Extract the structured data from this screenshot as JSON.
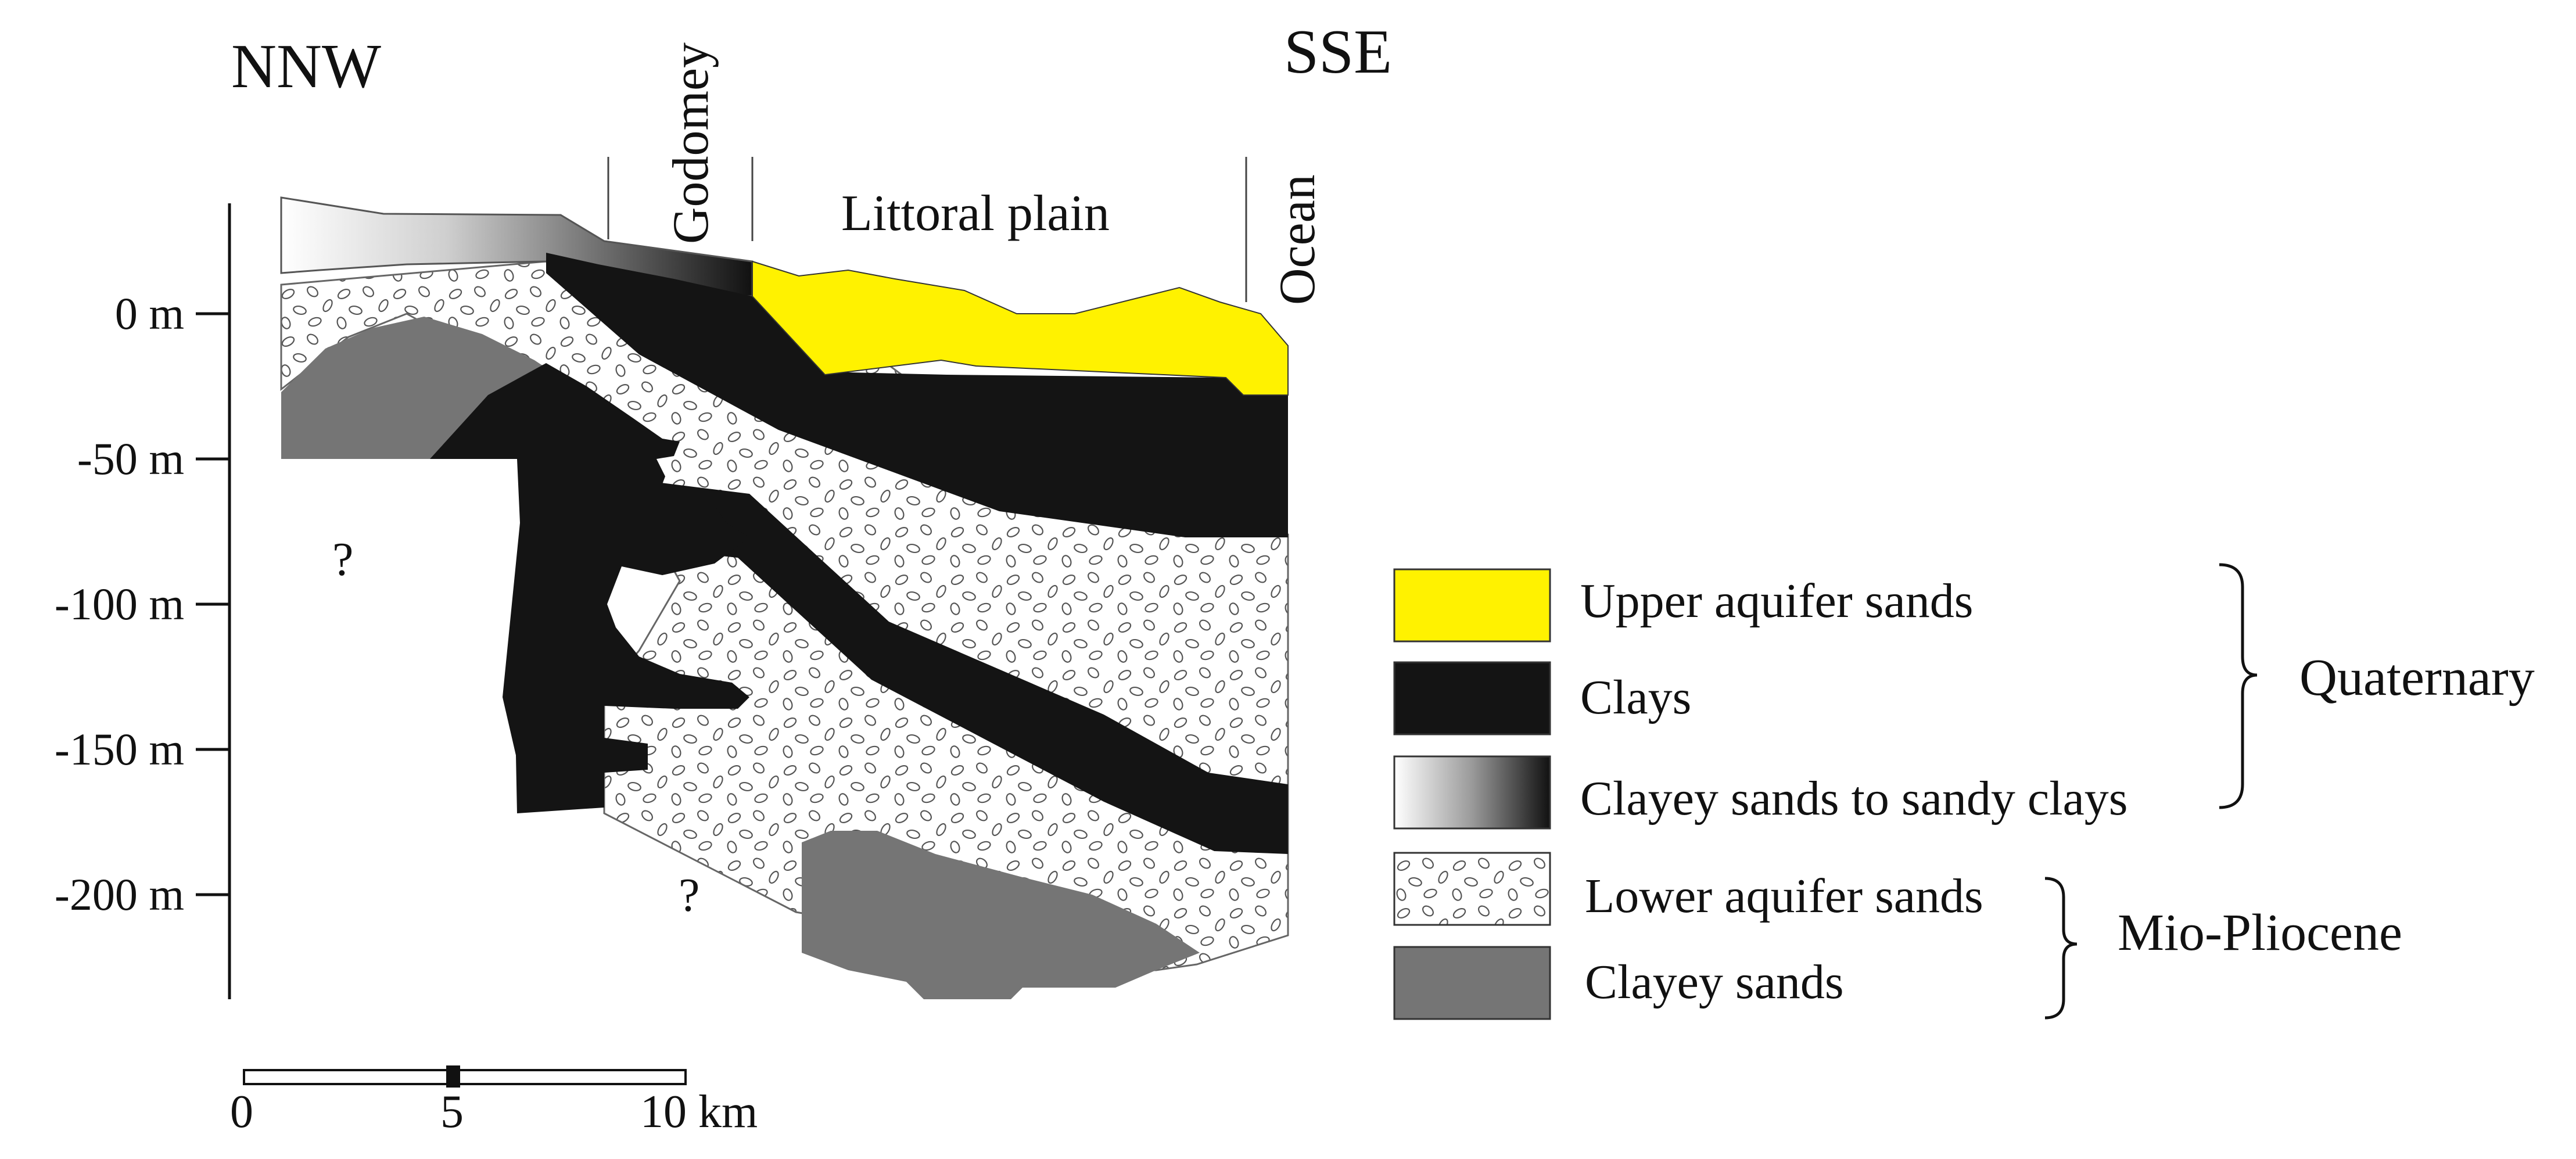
{
  "directions": {
    "left": "NNW",
    "right": "SSE"
  },
  "places": {
    "godomey": "Godomey",
    "littoral": "Littoral plain",
    "ocean": "Ocean"
  },
  "depth_axis": {
    "ticks": [
      {
        "label": "0 m",
        "depth_m": 0
      },
      {
        "label": "-50 m",
        "depth_m": -50
      },
      {
        "label": "-100 m",
        "depth_m": -100
      },
      {
        "label": "-150 m",
        "depth_m": -150
      },
      {
        "label": "-200 m",
        "depth_m": -200
      }
    ]
  },
  "unknown_marks": {
    "upper_left": "?",
    "lower_middle": "?"
  },
  "legend": {
    "items": [
      {
        "label": "Upper aquifer sands",
        "color": "#fff200"
      },
      {
        "label": "Clays",
        "color": "#141414"
      },
      {
        "label": "Clayey sands to sandy clays",
        "gradient": [
          "#ffffff",
          "#111111"
        ]
      },
      {
        "label": "Lower aquifer sands",
        "pattern": "ovals"
      },
      {
        "label": "Clayey sands",
        "color": "#757575"
      }
    ],
    "groups": {
      "quaternary": "Quaternary",
      "mio_pliocene": "Mio-Pliocene"
    }
  },
  "scale_bar": {
    "ticks": [
      "0",
      "5",
      "10 km"
    ]
  }
}
